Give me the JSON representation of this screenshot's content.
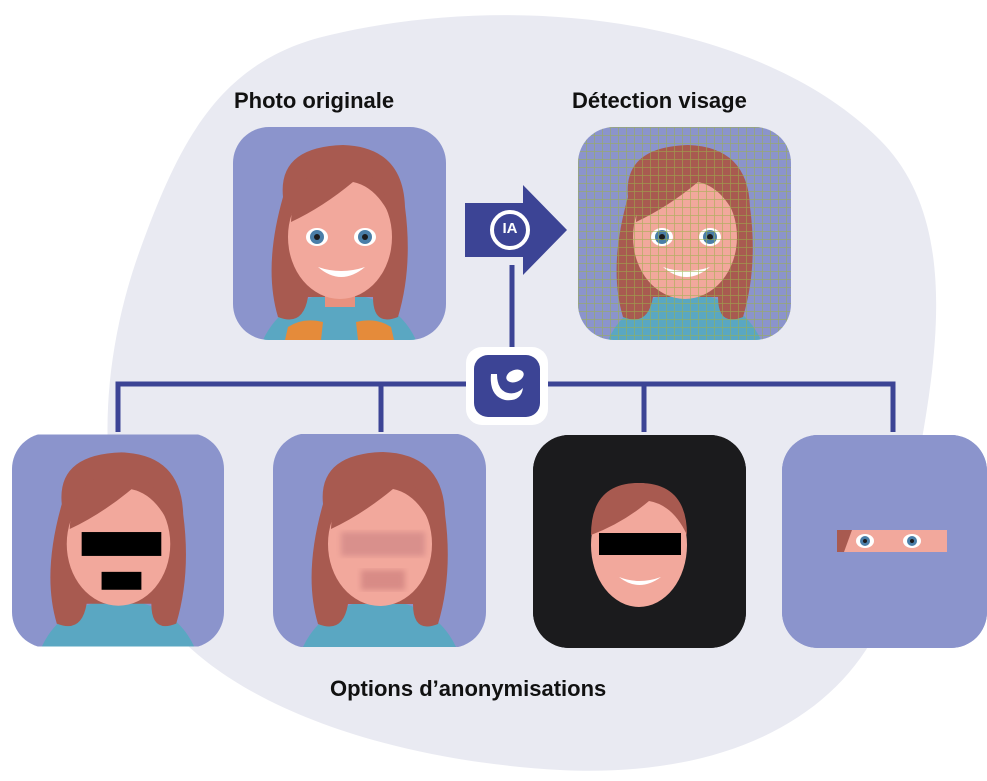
{
  "labels": {
    "original": "Photo originale",
    "detection": "Détection visage",
    "options": "Options d’anonymisations"
  },
  "arrow_badge": "IA",
  "icons": [
    "ai-arrow-icon",
    "app-logo-icon"
  ],
  "colors": {
    "tile_bg": "#8b94cc",
    "blob": "#e9eaf2",
    "connector": "#3c4495",
    "hair": "#a85a50",
    "skin": "#f2a89c",
    "mask": "#000000",
    "dark_tile": "#1b1b1d"
  },
  "variants": [
    {
      "id": "black-bars"
    },
    {
      "id": "blur"
    },
    {
      "id": "face-only-on-black"
    },
    {
      "id": "eyes-only"
    }
  ]
}
